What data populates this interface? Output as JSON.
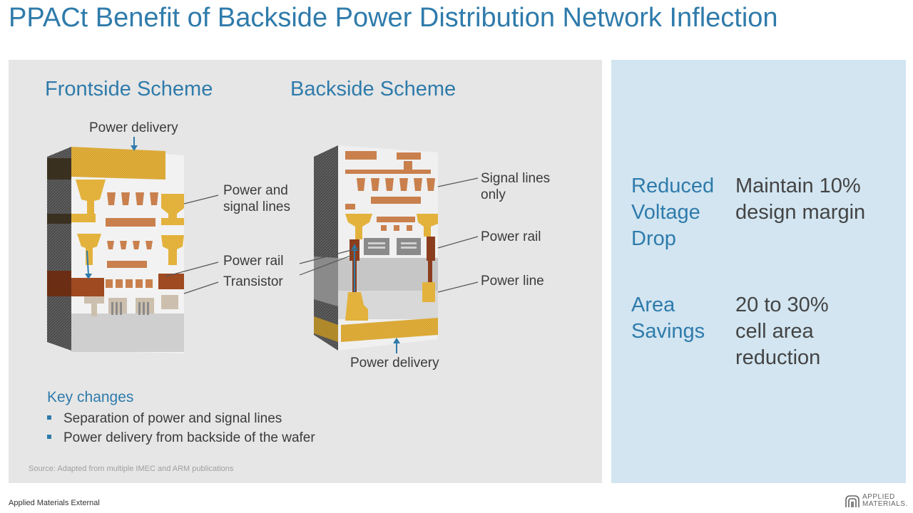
{
  "title": "PPACt Benefit of Backside Power Distribution Network Inflection",
  "frontside": {
    "title": "Frontside Scheme",
    "power_delivery": "Power delivery",
    "labels": [
      "Power and",
      "signal lines",
      "Power rail",
      "Transistor"
    ]
  },
  "backside": {
    "title": "Backside Scheme",
    "power_delivery": "Power delivery",
    "labels": [
      "Signal lines",
      "only",
      "Power rail",
      "Power line"
    ]
  },
  "key_changes": {
    "title": "Key changes",
    "items": [
      "Separation of power and signal lines",
      "Power delivery from backside of the wafer"
    ]
  },
  "source": "Source: Adapted from multiple IMEC and ARM publications",
  "benefits": [
    {
      "name_lines": [
        "Reduced",
        "Voltage",
        "Drop"
      ],
      "value_lines": [
        "Maintain 10%",
        "design margin"
      ]
    },
    {
      "name_lines": [
        "Area",
        "Savings"
      ],
      "value_lines": [
        "20 to 30%",
        "cell area",
        "reduction"
      ]
    }
  ],
  "footer": "Applied Materials External",
  "logo": {
    "line1": "APPLIED",
    "line2": "MATERIALS."
  },
  "colors": {
    "accent": "#2f7bab",
    "gold": "#e7b53e",
    "copper": "#c9804d",
    "brown": "#8b3e1e",
    "panel_left": "#e6e6e6",
    "panel_right": "#d2e5f1"
  }
}
